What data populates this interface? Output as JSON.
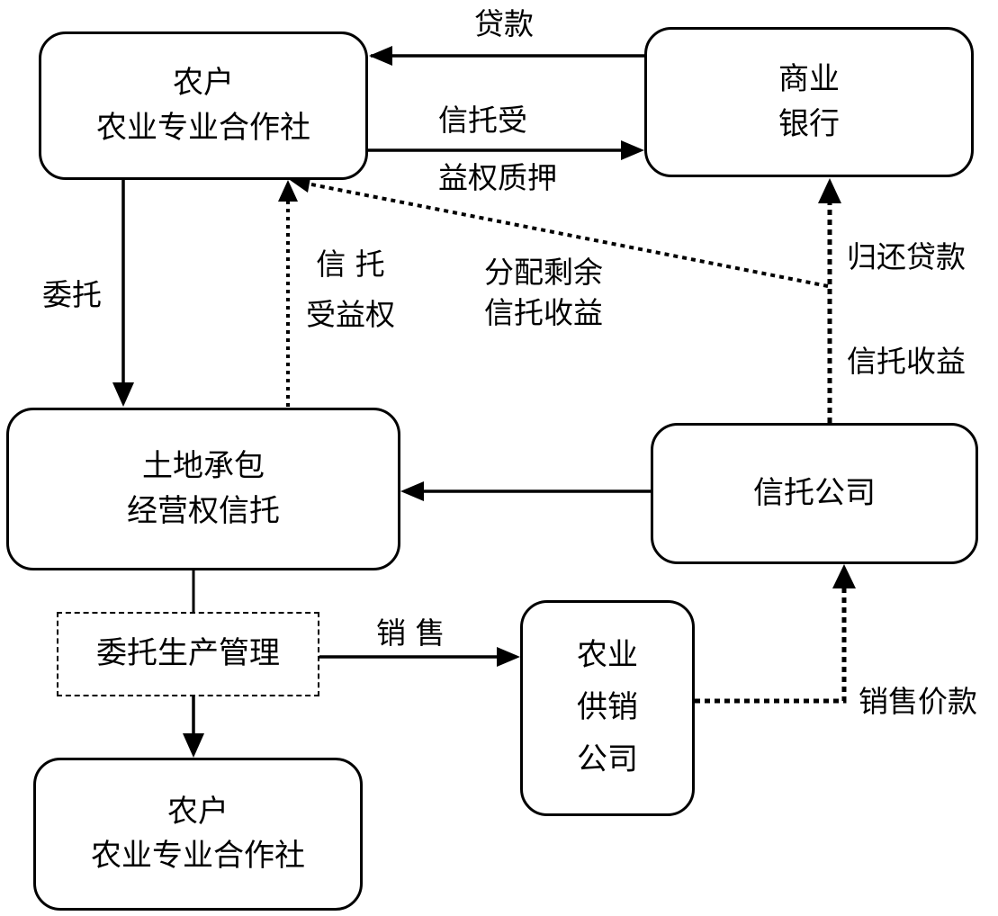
{
  "nodes": {
    "farmers_top": {
      "line1": "农户",
      "line2": "农业专业合作社"
    },
    "bank": {
      "line1": "商业",
      "line2": "银行"
    },
    "land_trust": {
      "line1": "土地承包",
      "line2": "经营权信托"
    },
    "trust_company": {
      "line1": "信托公司"
    },
    "mgmt": {
      "line1": "委托生产管理"
    },
    "supply": {
      "line1": "农业",
      "line2": "供销",
      "line3": "公司"
    },
    "farmers_bottom": {
      "line1": "农户",
      "line2": "农业专业合作社"
    }
  },
  "edges": {
    "loan": "贷款",
    "pledge_line1": "信托受",
    "pledge_line2": "益权质押",
    "entrust": "委托",
    "beneficial_line1": "信 托",
    "beneficial_line2": "受益权",
    "distribute_line1": "分配剩余",
    "distribute_line2": "信托收益",
    "repay": "归还贷款",
    "trust_income": "信托收益",
    "sales": "销 售",
    "sales_payment": "销售价款"
  }
}
